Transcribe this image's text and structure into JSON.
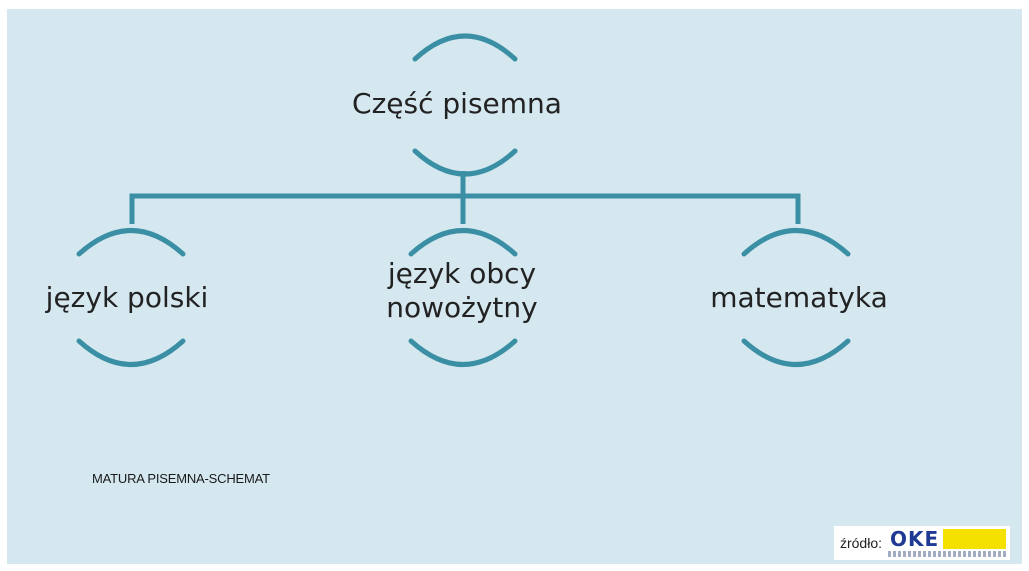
{
  "diagram": {
    "root": {
      "label": "Część pisemna"
    },
    "children": [
      {
        "id": "left",
        "label": "język polski"
      },
      {
        "id": "mid",
        "label": "język obcy nowożytny"
      },
      {
        "id": "right",
        "label": "matematyka"
      }
    ]
  },
  "caption": "MATURA PISEMNA-SCHEMAT",
  "source": {
    "label": "źródło:",
    "logo_text": "OKE"
  },
  "colors": {
    "background": "#d5e8f0",
    "connector": "#3b8fa4",
    "text": "#222222",
    "logo_blue": "#1f3a93",
    "logo_yellow": "#f5e100"
  }
}
